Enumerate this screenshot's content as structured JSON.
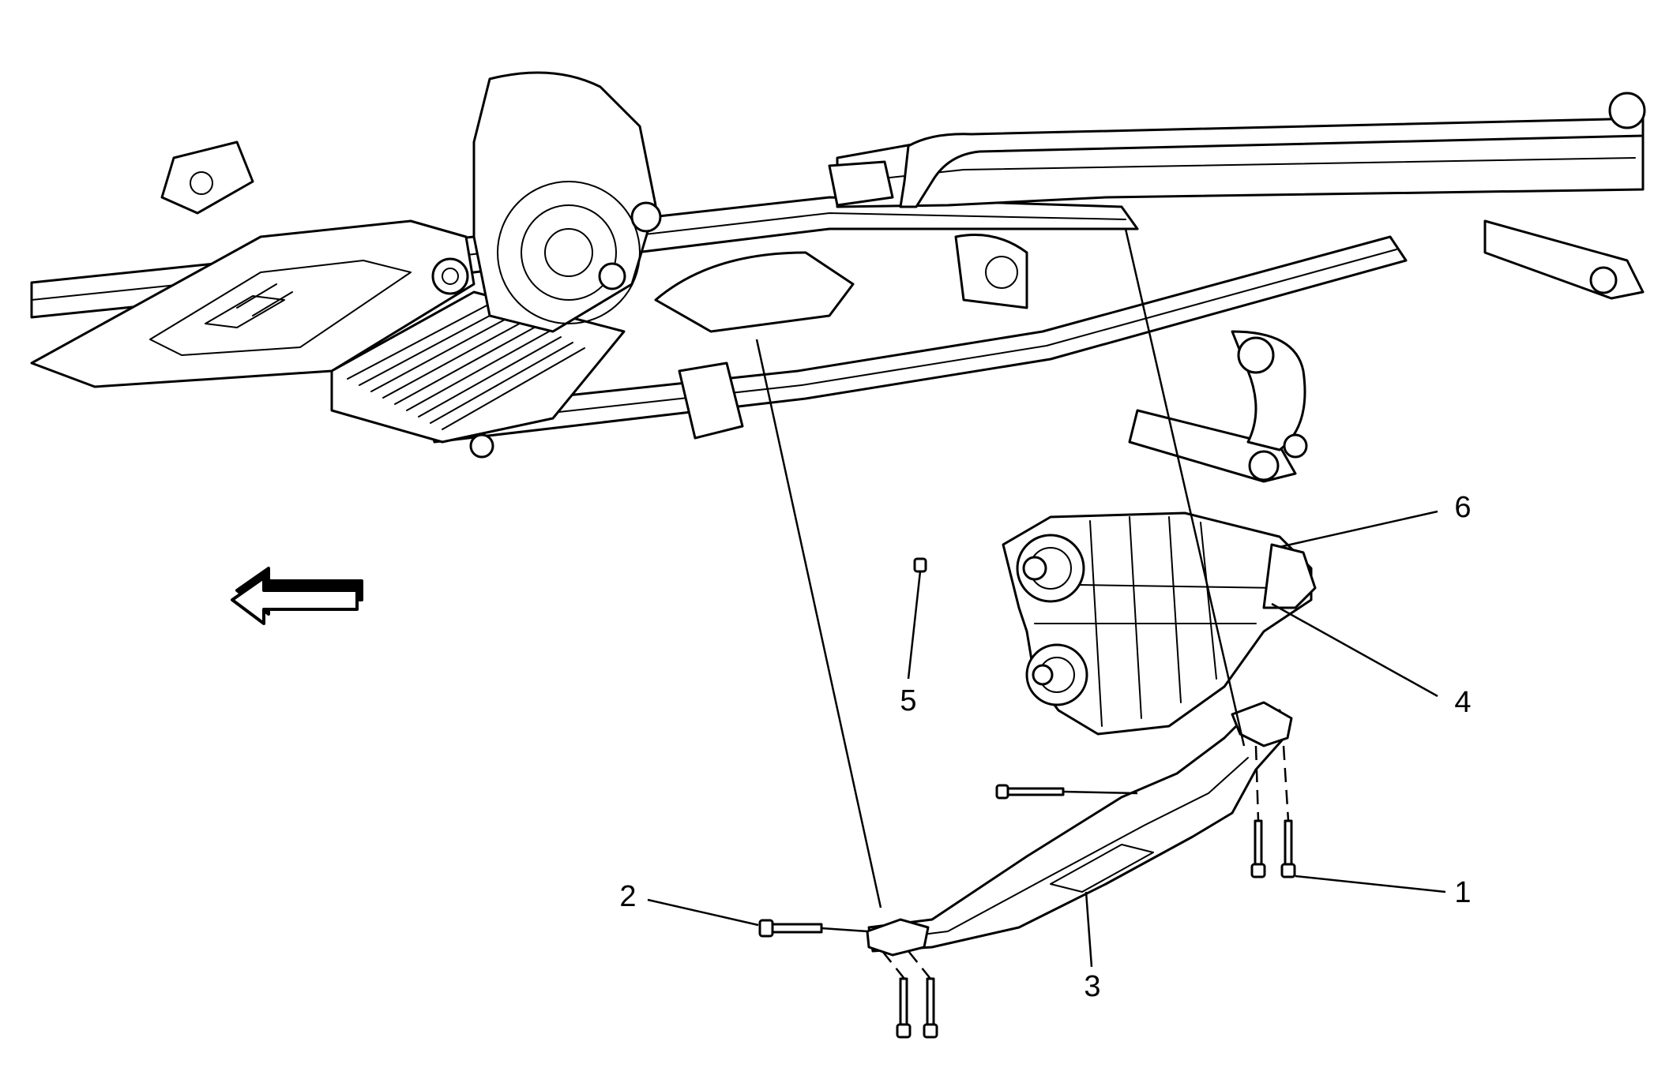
{
  "diagram": {
    "colors": {
      "ink": "#000000",
      "paper": "#ffffff"
    },
    "icons": {
      "direction_arrow": "left-arrow-icon"
    },
    "callouts": [
      {
        "id": "1",
        "label": "1"
      },
      {
        "id": "2",
        "label": "2"
      },
      {
        "id": "3",
        "label": "3"
      },
      {
        "id": "4",
        "label": "4"
      },
      {
        "id": "5",
        "label": "5"
      },
      {
        "id": "6",
        "label": "6"
      }
    ]
  }
}
